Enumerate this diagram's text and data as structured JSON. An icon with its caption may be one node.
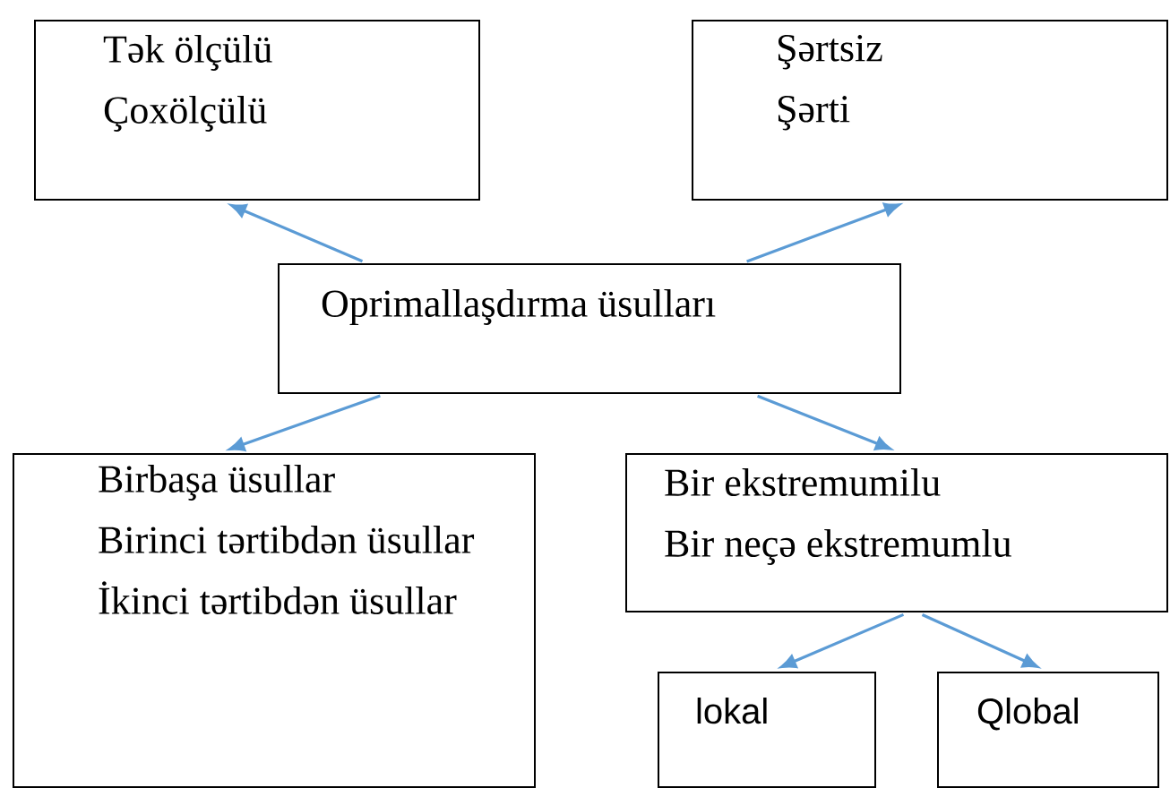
{
  "diagram": {
    "nodes": [
      {
        "text": [
          "Tək ölçülü",
          "Çoxölçülü"
        ]
      },
      {
        "text": [
          "Şərtsiz",
          "Şərti"
        ]
      },
      {
        "text": [
          "Oprimallaşdırma üsulları"
        ]
      },
      {
        "text": [
          "Birbaşa üsullar",
          "Birinci tərtibdən üsullar",
          "İkinci tərtibdən üsullar"
        ]
      },
      {
        "text": [
          "Bir ekstremumilu",
          "Bir neçə ekstremumlu"
        ]
      },
      {
        "text": [
          "lokal"
        ]
      },
      {
        "text": [
          "Qlobal"
        ]
      }
    ],
    "edges": [
      {
        "from": 2,
        "to": 0,
        "arrow": "to"
      },
      {
        "from": 2,
        "to": 1,
        "arrow": "to"
      },
      {
        "from": 2,
        "to": 3,
        "arrow": "to"
      },
      {
        "from": 2,
        "to": 4,
        "arrow": "to"
      },
      {
        "from": 4,
        "to": 5,
        "arrow": "to"
      },
      {
        "from": 4,
        "to": 6,
        "arrow": "to"
      }
    ]
  }
}
